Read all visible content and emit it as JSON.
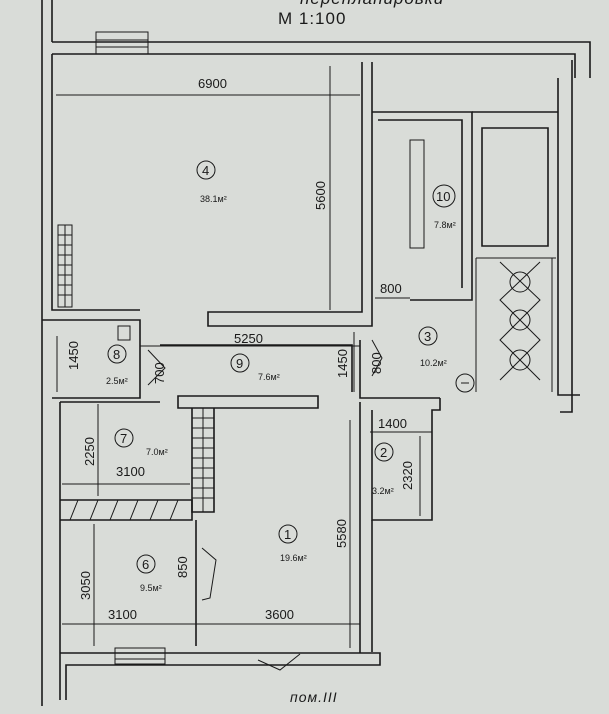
{
  "header": {
    "title_cut": "перепланировки",
    "scale": "М 1:100"
  },
  "footer": {
    "label": "пом.III"
  },
  "rooms": [
    {
      "id": "r4",
      "number": "4",
      "area": "38.1м²"
    },
    {
      "id": "r10",
      "number": "10",
      "area": "7.8м²"
    },
    {
      "id": "r8",
      "number": "8",
      "area": "2.5м²"
    },
    {
      "id": "r9",
      "number": "9",
      "area": "7.6м²"
    },
    {
      "id": "r3",
      "number": "3",
      "area": "10.2м²"
    },
    {
      "id": "r7",
      "number": "7",
      "area": "7.0м²"
    },
    {
      "id": "r2",
      "number": "2",
      "area": "3.2м²"
    },
    {
      "id": "r1",
      "number": "1",
      "area": "19.6м²"
    },
    {
      "id": "r6",
      "number": "6",
      "area": "9.5м²"
    }
  ],
  "dimensions": {
    "d6900": "6900",
    "d5600": "5600",
    "d800": "800",
    "d5250": "5250",
    "d1450a": "1450",
    "d700": "700",
    "d1450b": "1450",
    "d800b": "800",
    "d1400": "1400",
    "d2250": "2250",
    "d3100a": "3100",
    "d2320": "2320",
    "d5580": "5580",
    "d3050": "3050",
    "d850": "850",
    "d3100b": "3100",
    "d3600": "3600"
  },
  "colors": {
    "paper": "#d9dcd8",
    "ink": "#1a1a1a"
  }
}
